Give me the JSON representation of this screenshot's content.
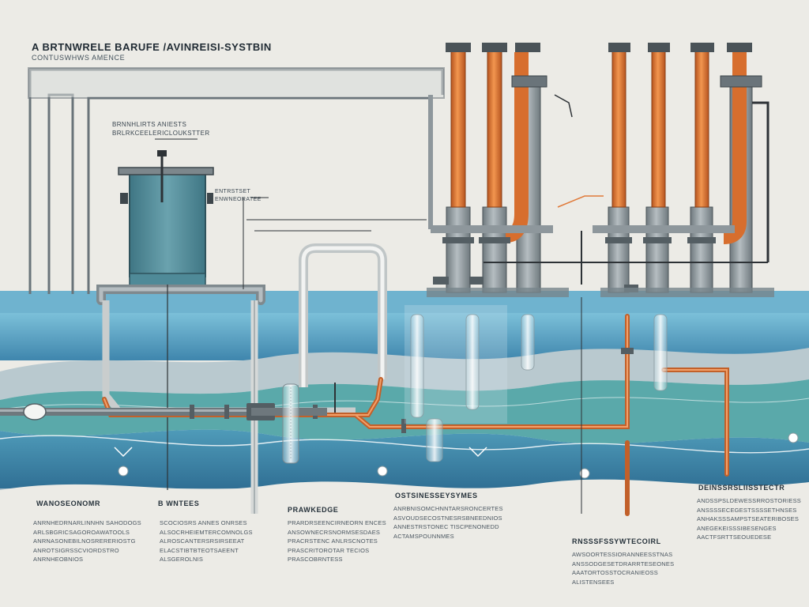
{
  "header": {
    "title": "A BRTNWRELE BARUFE /AVINREISI-SYSTBIN",
    "subtitle": "CONTUSWHWS AMENCE"
  },
  "callouts": [
    {
      "id": "tank",
      "lines": [
        "BRNNHLIRTS ANIESTS",
        "BRLRKCEELERICLOUKSTTER"
      ]
    },
    {
      "id": "side",
      "lines": [
        "ENTRSTSET",
        "ENWNEORATEE"
      ]
    }
  ],
  "sections": [
    {
      "id": "col1",
      "heading": "WANOSEONOMR",
      "body": [
        "ANRNHEDRNARLINNHN SAHODOGS",
        "ARLSBGRICSAGOROAWATOOLS",
        "ANRNASONEBILNOSRERERIOSTG",
        "ANROTSIGRSSCVIORDSTRO",
        "ANRNHEOBNIOS"
      ]
    },
    {
      "id": "col2",
      "heading": "B WNTEES",
      "body": [
        "SCOCIOSRS ANNES ONRSES",
        "ALSOCRHEIEMTERCOMNOLGS",
        "ALROSCANTERSRSIRSEEAT",
        "ELACSTIBTBTEOTSAEENT",
        "ALSGEROLNIS"
      ]
    },
    {
      "id": "col3",
      "heading": "PRAWKEDGE",
      "body": [
        "PRARDRSEENCIRNEORN ENCES",
        "ANSOWNECRSNORMSESDAES",
        "PRACRSTENC ANLRSCNOTES",
        "PRASCRITOROTAR TECIOS",
        "PRASCOBRNTESS"
      ]
    },
    {
      "id": "col4",
      "heading": "OSTSINESSEYSYMES",
      "body": [
        "ANRBNISOMCHNNTARSRONCERTES",
        "ASVOUDSECOSTNESRSBNEEDNIOS",
        "ANNESTRSTONEC TISCPENONEDD",
        "ACTAMSPOUNNMES"
      ]
    },
    {
      "id": "col5",
      "heading": "RNSSSFSSYWTECOIRL",
      "body": [
        "AWSOORTESSIORANNEESSTNAS",
        "ANSSODGESETDRARRTESEONES",
        "AAATORTOSSTOCRANIEOSS",
        "ALISTENSEES"
      ]
    },
    {
      "id": "col6",
      "heading": "DEINSSRSLIISSTECTR",
      "body": [
        "ANDSSPSLDEWESSRROSTORIESS",
        "ANSSSSECEGESTSSSSETHNSES",
        "ANHAKSSSAMPSTSEATERIBOSES",
        "ANEGEKEISSSIBESENGES",
        "AACTFSRTTSEOUEDESE"
      ]
    }
  ],
  "colors": {
    "background": "#ecebe6",
    "water_surface": "#5fa5c6",
    "water_deep": "#3d7fa6",
    "teal_layer": "#5aa7a6",
    "tank": "#4f8a98",
    "steel": "#8e979c",
    "copper": "#e07a3a",
    "frame": "#6a747a"
  },
  "icons": [
    "pipe-valve-icon",
    "flange-icon",
    "filter-screen-icon",
    "flow-arrow-icon"
  ]
}
